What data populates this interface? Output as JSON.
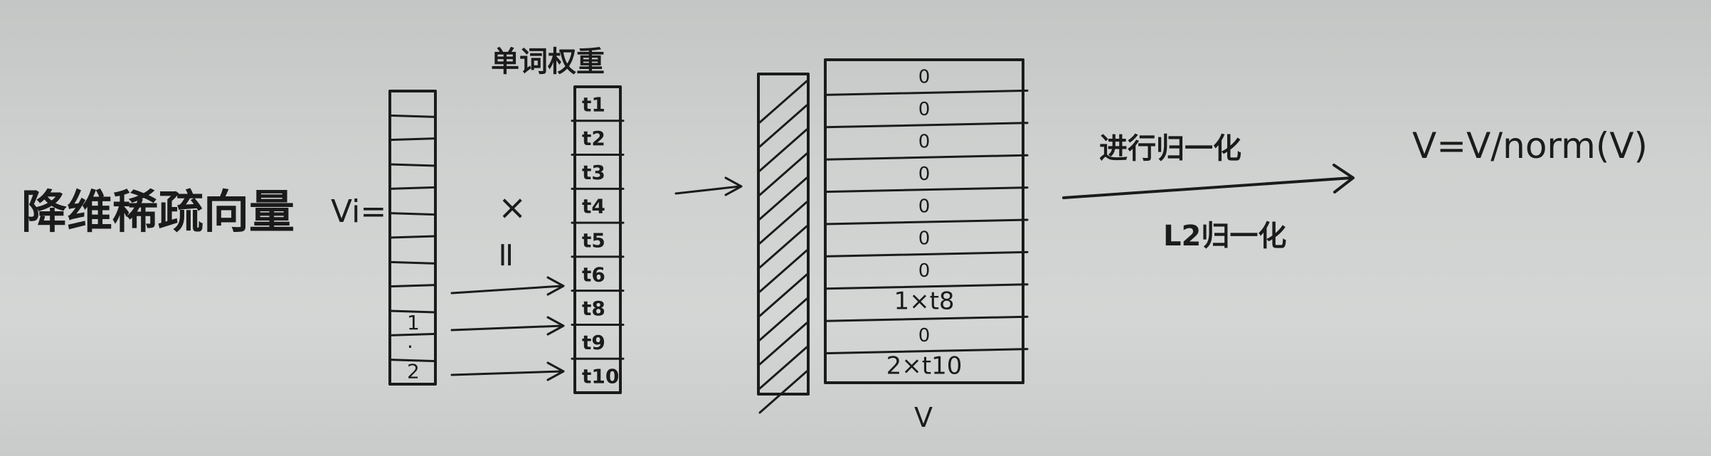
{
  "left_label": "降维稀疏向量",
  "left_var": "Vi=",
  "weights_label": "单词权重",
  "multiply_symbol": "×",
  "equals_symbol": "=",
  "sparse_vector": [
    {
      "row": 9,
      "value": "1"
    },
    {
      "row": 10,
      "value": "·"
    },
    {
      "row": 11,
      "value": "2"
    }
  ],
  "sparse_rows": 12,
  "weight_cells": [
    "t1",
    "t2",
    "t3",
    "t4",
    "t5",
    "t6",
    "t8",
    "t9",
    "t10"
  ],
  "result_cells": [
    "0",
    "0",
    "0",
    "0",
    "0",
    "0",
    "0",
    "1×t8",
    "0",
    "2×t10"
  ],
  "result_label": "V",
  "normalize_label": "进行归一化",
  "normalize_sublabel": "L2归一化",
  "formula": "V=V/norm(V)"
}
